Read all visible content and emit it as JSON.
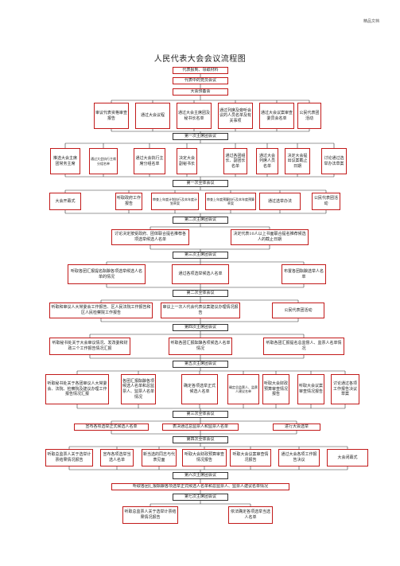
{
  "corner_label": "精品文档",
  "title": "人民代表大会会议流程图",
  "top": [
    "代表报到、领取材料",
    "代表中的党员会议",
    "大会预备会"
  ],
  "prep_items": [
    "审议代表资格审查报告",
    "通过大会议程",
    "通过大会主席团及秘书长名单",
    "通过列席及旁听会议的人员名单及有关事项",
    "通过大会议案审查委员会名单",
    "公民代表团活动"
  ],
  "presidium1_title": "第一次主席团会议",
  "presidium1_items": [
    "推选大会主席团常务主席",
    "通过大会执行主席分组名单",
    "通过大会执行主席分组名单",
    "决定大会副秘书长",
    "通过各团组长、副团长名单",
    "通过大会列席人员名单",
    "决定大会提出议案截止日期",
    "讨论通过选举办法草案"
  ],
  "plenary1_title": "第一次全体会议",
  "plenary1_items": [
    "大会开幕式",
    "听取政府工作报告",
    "审查上年度计划执行及本年度计划草案",
    "审查上年度预算执行及本年度预算草案",
    "通过选举办法",
    "公民代表团活动"
  ],
  "presidium2_title": "第二次主席团会议",
  "presidium2_items": [
    "讨论决定按受政府、团体联合提名推荐各项选举候选人名单",
    "决定代表10人以上书面联合提名推荐候选人的截止日期"
  ],
  "presidium3_title": "第三次主席团会议",
  "presidium3_items": [
    "听取各团汇报提名酝酿各项选举候选人名单的情况",
    "通过各项选举候选人名单",
    "布置各团酝酿选举人名单"
  ],
  "plenary2_title": "第二次全体会议",
  "plenary2_items": [
    "听取和审议人大常委会工作报告、区人民法院工作报告和区人民检察院工作报告",
    "审议上一次人代会代表议案建议办理情况报告",
    "公民代表团活动"
  ],
  "presidium4_title": "第四次主席团会议",
  "presidium4_items": [
    "听取秘书处关于大会审议情况、发改委和财政三个工作报告情况汇报",
    "听取各团汇报酝酿各项候选人名单情况",
    "听取各团汇报提名总监督人、监票人名单情况"
  ],
  "presidium5_title": "第五次主席团会议",
  "presidium5_items": [
    "听取秘书处关于各团审议人大常委会、法院、检察院及建议办理工作报告情况汇报",
    "各团汇报酝酿各项候选人名单和总监票人、监票人名单情况",
    "确定各项选举正式候选人名单",
    "确定总监票人、监票人建议名单",
    "听取大会财政预算审查情况报告",
    "听取大会议案审查情况报告",
    "讨论通过各项工作报告决议草案"
  ],
  "plenary3_title": "第三次全体会议",
  "plenary3_items": [
    "宣布各项选举正式候选人名单",
    "表决通过总监票人和监票人名单",
    "进行大会选举"
  ],
  "plenary4_title": "第四次全体会议",
  "plenary4_items": [
    "听取总监票人关于选举计票结果情况报告",
    "宣布各项选举当选人名单",
    "新当选的同志与代表见面",
    "听取大会财政预算审查情况报告",
    "听取大会议案审查情况报告",
    "通过大会各项工作报告决议",
    "大会闭幕式"
  ],
  "presidium6_title": "第六次主席团会议",
  "presidium6_items": [
    "听取各团汇报酝酿各项选举正式候选人名单和总监票人、监票人建议名单情况"
  ],
  "presidium7_title": "第七次主席团会议",
  "presidium7_items": [
    "听取总监票人关于选举计票结果情况报告",
    "依法确定各项选举当选人名单"
  ],
  "colors": {
    "box_border": "#c21a1a",
    "line": "#333333"
  }
}
